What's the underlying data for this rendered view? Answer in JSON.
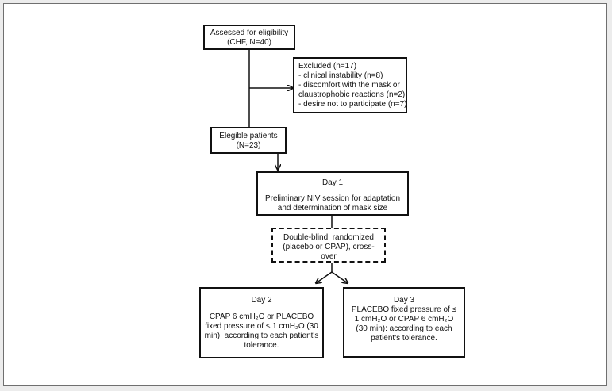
{
  "assessed": {
    "line1": "Assessed for eligibility",
    "line2": "(CHF, N=40)"
  },
  "excluded": {
    "title": "Excluded (n=17)",
    "items": [
      "- clinical instability (n=8)",
      "- discomfort with the mask or",
      "claustrophobic reactions (n=2)",
      "- desire not to participate (n=7)"
    ]
  },
  "eligible": {
    "line1": "Elegible patients",
    "line2": "(N=23)"
  },
  "day1": {
    "title": "Day 1",
    "line1": "Preliminary NIV session for adaptation",
    "line2": "and determination of mask size"
  },
  "randomization": {
    "line1": "Double-blind, randomized",
    "line2": "(placebo or CPAP), cross-",
    "line3": "over"
  },
  "day2": {
    "title": "Day 2",
    "line1": "CPAP 6 cmH₂O or PLACEBO",
    "line2": "fixed pressure of ≤ 1 cmH₂O (30",
    "line3": "min): according to each patient's",
    "line4": "tolerance."
  },
  "day3": {
    "title": "Day 3",
    "line1": "PLACEBO fixed pressure of ≤",
    "line2": "1 cmH₂O or CPAP 6 cmH₂O",
    "line3": "(30 min): according to each",
    "line4": "patient's tolerance."
  }
}
